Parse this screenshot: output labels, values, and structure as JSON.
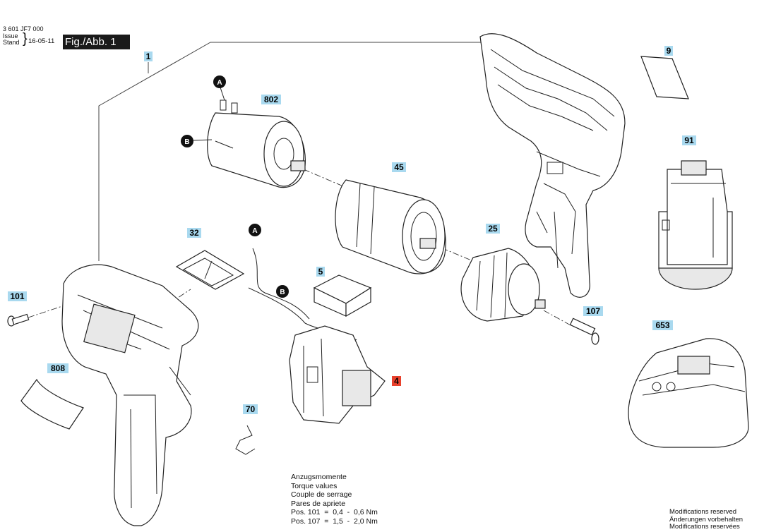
{
  "header": {
    "part_number": "3 601 JF7 000",
    "issue_label": "Issue",
    "stand_label": "Stand",
    "date": "16-05-11",
    "figure": "Fig./Abb. 1"
  },
  "labels": {
    "p1": "1",
    "p802": "802",
    "p9": "9",
    "p91": "91",
    "p45": "45",
    "p32": "32",
    "p25": "25",
    "p5": "5",
    "p101": "101",
    "p107": "107",
    "p653": "653",
    "p808": "808",
    "p4": "4",
    "p70": "70",
    "markerA": "A",
    "markerB": "B"
  },
  "label_colors": {
    "default": "#a9d9ef",
    "highlight": "#e8412c"
  },
  "torque": {
    "lines": [
      "Anzugsmomente",
      "Torque values",
      "Couple de serrage",
      "Pares de apriete"
    ],
    "pos101": "Pos. 101  =  0,4  -  0,6 Nm",
    "pos107": "Pos. 107  =  1,5  -  2,0 Nm"
  },
  "modifications": [
    "Modifications reserved",
    "Änderungen vorbehalten",
    "Modifications reservées"
  ]
}
